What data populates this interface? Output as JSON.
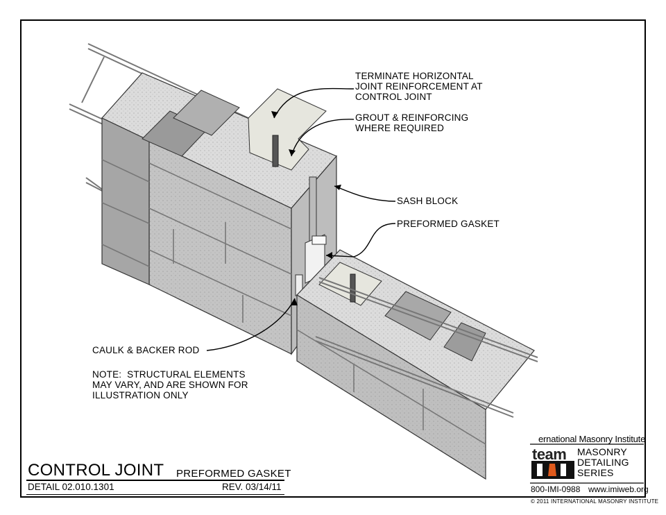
{
  "callouts": {
    "terminate": "TERMINATE HORIZONTAL\nJOINT REINFORCEMENT AT\nCONTROL JOINT",
    "grout": "GROUT & REINFORCING\nWHERE REQUIRED",
    "sash_block": "SASH BLOCK",
    "preformed_gasket": "PREFORMED GASKET",
    "caulk": "CAULK & BACKER ROD"
  },
  "note": "NOTE:  STRUCTURAL ELEMENTS\nMAY VARY, AND ARE SHOWN FOR\nILLUSTRATION ONLY",
  "title_block": {
    "title": "CONTROL JOINT",
    "subtitle": "PREFORMED GASKET",
    "detail": "DETAIL 02.010.1301",
    "revision": "REV. 03/14/11"
  },
  "logo": {
    "institute": "ernational Masonry Institute",
    "team": "team",
    "series": "MASONRY\nDETAILING\nSERIES",
    "phone": "800-IMI-0988",
    "web": "www.imiweb.org",
    "copyright": "© 2011 INTERNATIONAL MASONRY INSTITUTE",
    "brand_color": "#e05a1c"
  },
  "colors": {
    "block_face": "#b9b9b9",
    "block_side": "#9e9e9e",
    "block_top": "#d9d9d9",
    "grout": "#e8e8e0"
  }
}
